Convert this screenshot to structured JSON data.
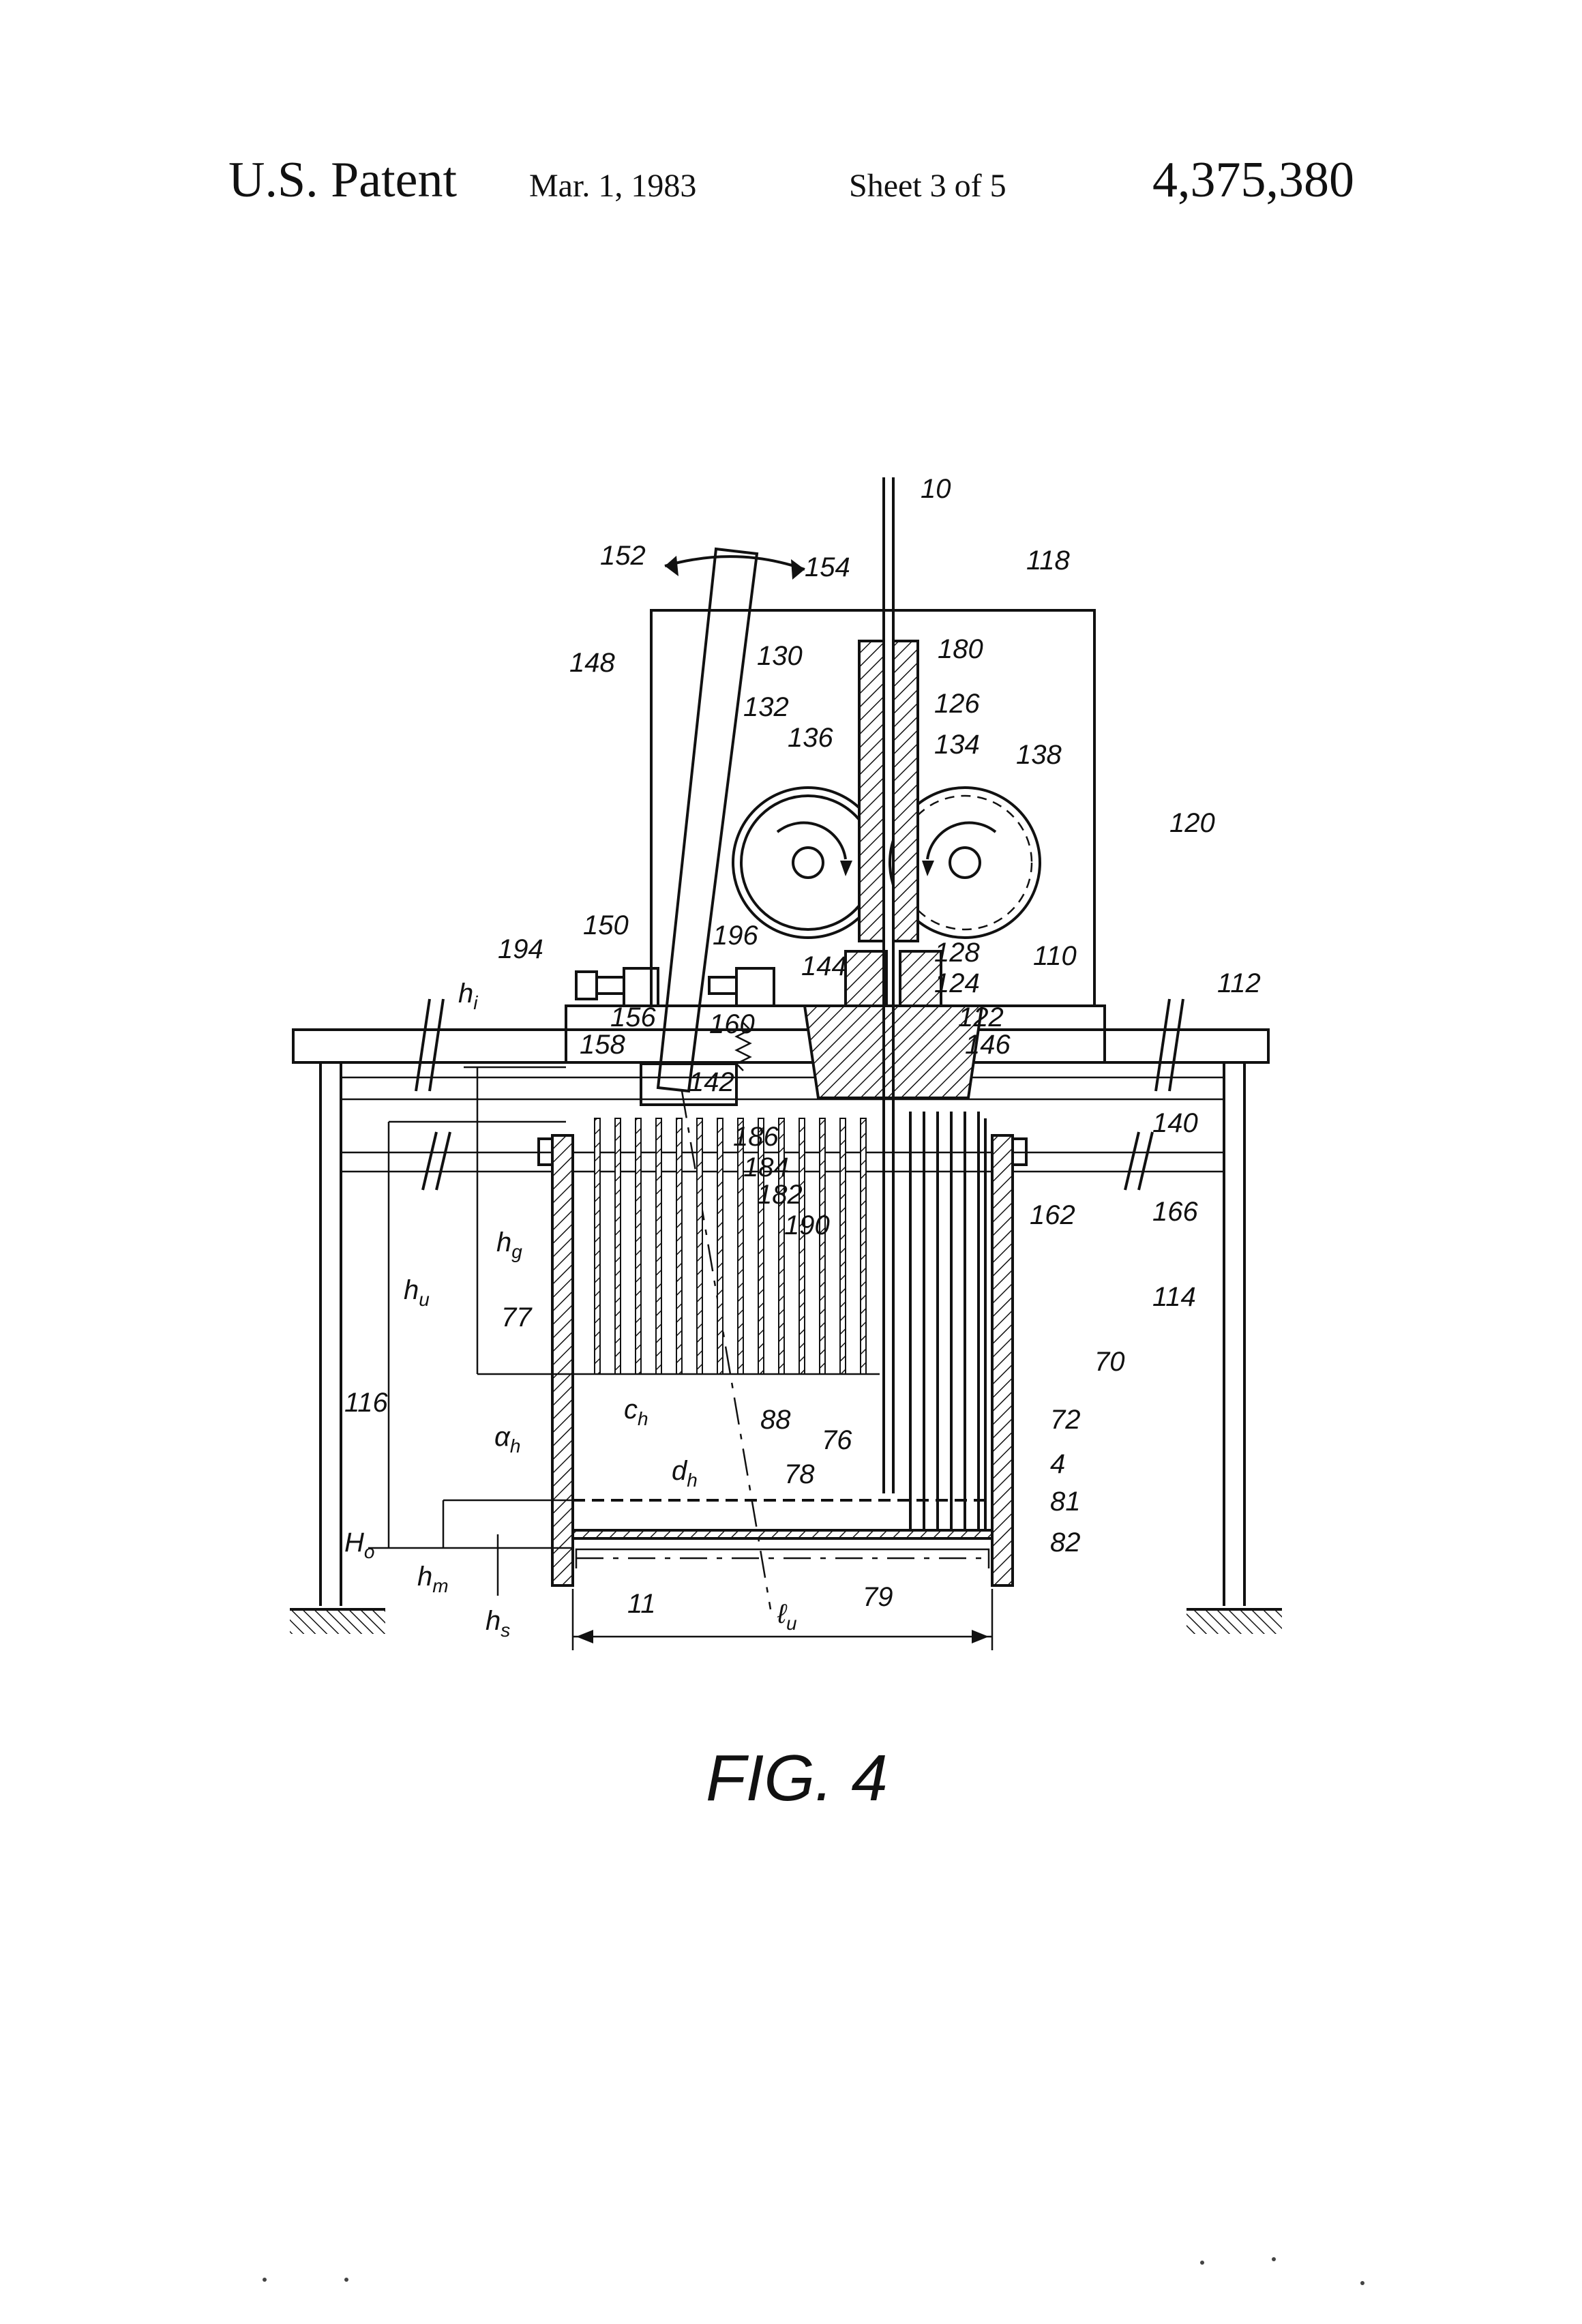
{
  "header": {
    "patent": "U.S. Patent",
    "date": "Mar. 1, 1983",
    "sheet": "Sheet 3 of 5",
    "number": "4,375,380"
  },
  "figure": {
    "caption": "FIG. 4",
    "labels": {
      "l10": "10",
      "l152": "152",
      "l154": "154",
      "l118": "118",
      "l148": "148",
      "l130": "130",
      "l180": "180",
      "l126": "126",
      "l132": "132",
      "l136": "136",
      "l134": "134",
      "l138": "138",
      "l120": "120",
      "l150": "150",
      "l196": "196",
      "l194": "194",
      "l128": "128",
      "l110": "110",
      "l112": "112",
      "l144": "144",
      "l124": "124",
      "l122": "122",
      "l146": "146",
      "l156": "156",
      "l160": "160",
      "l158": "158",
      "l142": "142",
      "l140": "140",
      "l186": "186",
      "l184": "184",
      "l182": "182",
      "l190": "190",
      "l162": "162",
      "l166": "166",
      "l114": "114",
      "l77": "77",
      "l70": "70",
      "l72": "72",
      "l88": "88",
      "l76": "76",
      "l4": "4",
      "l78": "78",
      "l81": "81",
      "l82": "82",
      "l79": "79",
      "l11": "11",
      "l116": "116",
      "hi": "h",
      "hi_sub": "i",
      "hg": "h",
      "hg_sub": "g",
      "hu": "h",
      "hu_sub": "u",
      "ah": "α",
      "ah_sub": "h",
      "ch": "c",
      "ch_sub": "h",
      "dh": "d",
      "dh_sub": "h",
      "Ho": "H",
      "Ho_sub": "o",
      "hm": "h",
      "hm_sub": "m",
      "hs": "h",
      "hs_sub": "s",
      "lu": "ℓ",
      "lu_sub": "u"
    }
  }
}
